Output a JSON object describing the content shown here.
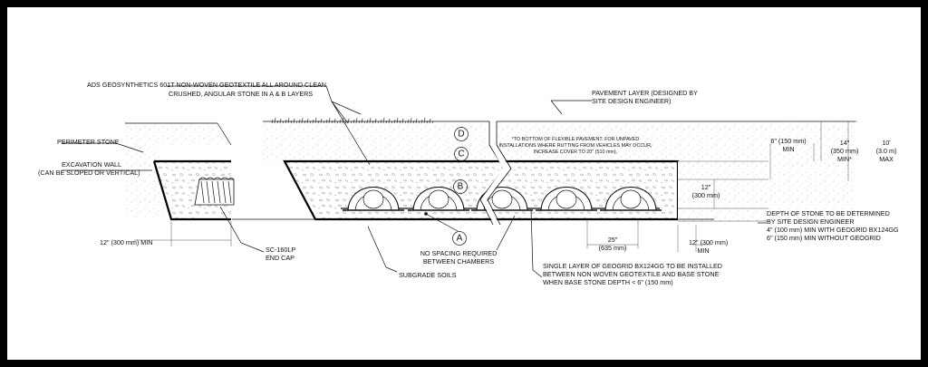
{
  "labels": {
    "geotextile_1": "ADS GEOSYNTHETICS 601T NON-WOVEN GEOTEXTILE ALL AROUND CLEAN",
    "geotextile_2": "CRUSHED, ANGULAR STONE IN A & B LAYERS",
    "pavement_1": "PAVEMENT LAYER (DESIGNED BY",
    "pavement_2": "SITE DESIGN ENGINEER)",
    "perimeter_stone": "PERIMETER STONE",
    "excavation_1": "EXCAVATION WALL",
    "excavation_2": "(CAN BE SLOPED OR VERTICAL)",
    "cover_note_1": "*TO BOTTOM OF FLEXIBLE PAVEMENT. FOR UNPAVED",
    "cover_note_2": "INSTALLATIONS WHERE RUTTING FROM VEHICLES MAY OCCUR,",
    "cover_note_3": "INCREASE COVER TO 20\" (510 mm).",
    "end_cap_1": "SC-160LP",
    "end_cap_2": "END CAP",
    "subgrade": "SUBGRADE SOILS",
    "no_spacing_1": "NO SPACING REQUIRED",
    "no_spacing_2": "BETWEEN CHAMBERS",
    "geogrid_1": "SINGLE LAYER OF GEOGRID BX124GG TO BE INSTALLED",
    "geogrid_2": "BETWEEN NON WOVEN GEOTEXTILE AND BASE STONE",
    "geogrid_3": "WHEN BASE STONE DEPTH < 6\" (150 mm)",
    "depth_1": "DEPTH OF STONE TO BE DETERMINED",
    "depth_2": "BY SITE DESIGN ENGINEER",
    "depth_3": "4\" (100 mm) MIN WITH GEOGRID BX124GG",
    "depth_4": "6\" (150 mm) MIN WITHOUT GEOGRID"
  },
  "layers": {
    "a": "A",
    "b": "B",
    "c": "C",
    "d": "D"
  },
  "dimensions": {
    "left_min_1": "12\" (300 mm) MIN",
    "right_min_1": "12\" (300 mm)",
    "right_min_2": "MIN",
    "spacing_1": "25\"",
    "spacing_2": "(635 mm)",
    "chamber_h_1": "12\"",
    "chamber_h_2": "(300 mm)",
    "cover6_1": "6\" (150 mm)",
    "cover6_2": "MIN",
    "cover14_1": "14\"",
    "cover14_2": "(350 mm)",
    "cover14_3": "MIN*",
    "cover10_1": "10'",
    "cover10_2": "(3.0 m)",
    "cover10_3": "MAX"
  }
}
